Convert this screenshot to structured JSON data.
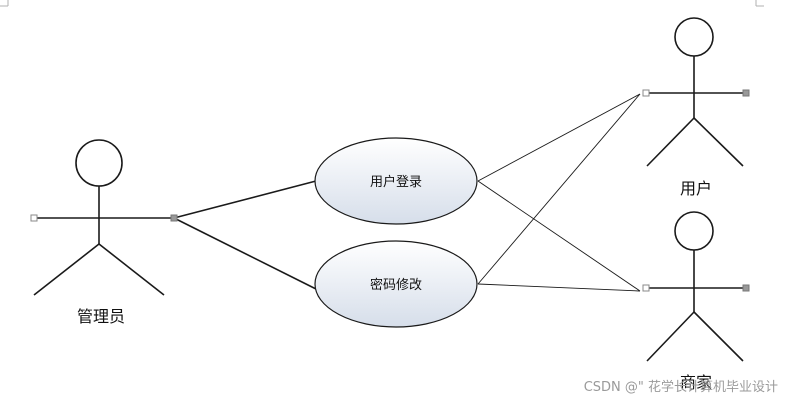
{
  "actors": {
    "admin": {
      "label": "管理员"
    },
    "user": {
      "label": "用户"
    },
    "merchant": {
      "label": "商家"
    }
  },
  "use_cases": {
    "login": {
      "label": "用户登录"
    },
    "change_password": {
      "label": "密码修改"
    }
  },
  "watermark": {
    "text": "CSDN @\" 花学长计算机毕业设计"
  },
  "colors": {
    "stroke": "#1a1a1a",
    "handle": "#888888",
    "ellipse_top": "#ffffff",
    "ellipse_bottom": "#d6deea"
  }
}
